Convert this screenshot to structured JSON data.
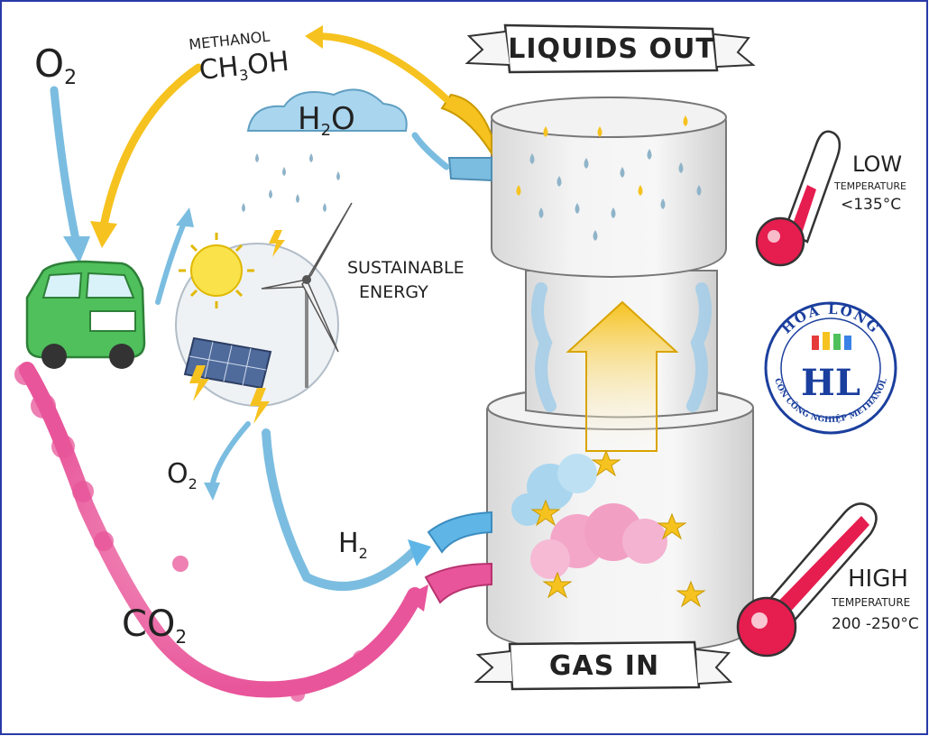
{
  "labels": {
    "o2_top": "O",
    "o2_top_sub": "2",
    "methanol_name": "METHANOL",
    "methanol_formula": "CH",
    "methanol_formula_sub": "3",
    "methanol_formula_tail": "OH",
    "h2o_main": "H",
    "h2o_sub": "2",
    "h2o_tail": "O",
    "sustainable_line1": "SUSTAINABLE",
    "sustainable_line2": "ENERGY",
    "o2_bottom": "O",
    "o2_bottom_sub": "2",
    "h2": "H",
    "h2_sub": "2",
    "co2": "CO",
    "co2_sub": "2",
    "liquids_out": "LIQUIDS OUT",
    "gas_in": "GAS IN",
    "low_title": "LOW",
    "low_subtitle": "TEMPERATURE",
    "low_value": "<135°C",
    "high_title": "HIGH",
    "high_subtitle": "TEMPERATURE",
    "high_value": "200 -250°C"
  },
  "logo": {
    "top_text": "HOA LONG",
    "monogram": "HL",
    "bottom_text": "CÔN CÔNG NGHIỆP METHANOL"
  },
  "colors": {
    "oxygen_blue": "#7bbde0",
    "hydrogen_blue": "#5fb6e6",
    "co2_pink": "#e8559a",
    "methanol_yellow": "#f6c21f",
    "car_green": "#4fc05c",
    "thermo_red": "#e61d4f",
    "logo_blue": "#1b3f9e",
    "frame_blue": "#2a3aa7"
  }
}
